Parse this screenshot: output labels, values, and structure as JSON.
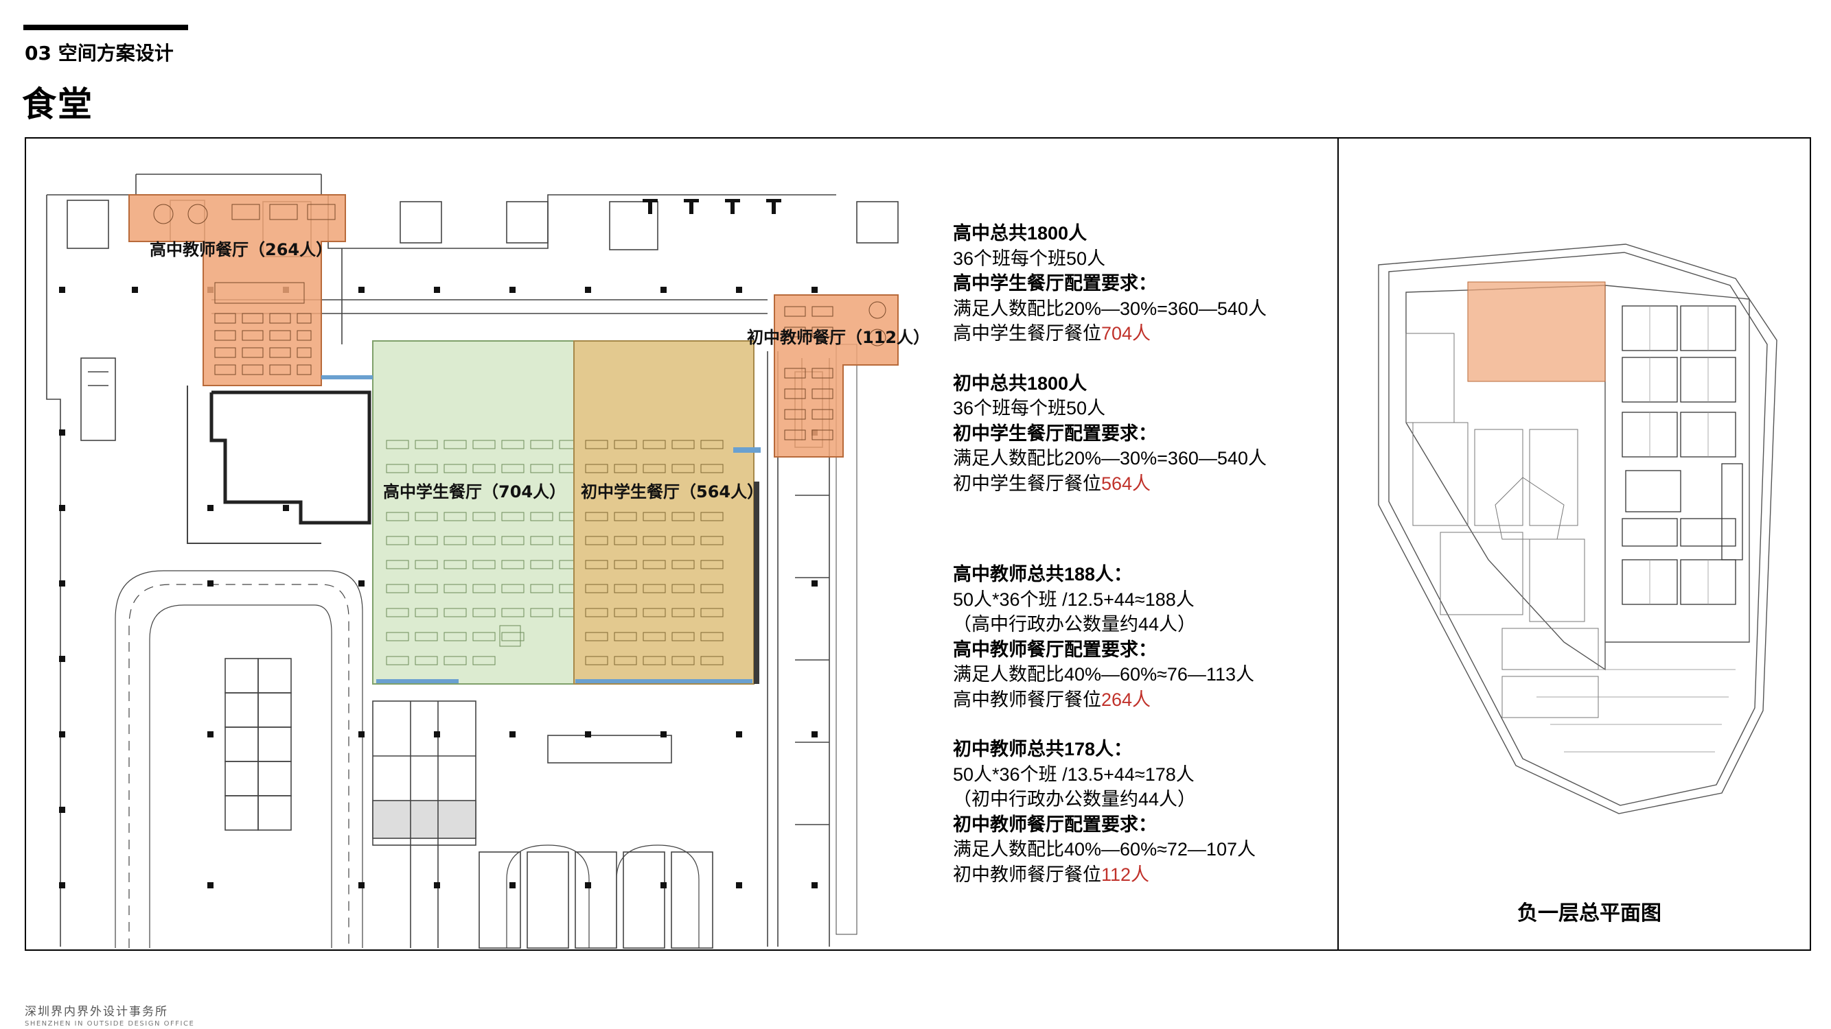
{
  "header": {
    "section": "03  空间方案设计",
    "title": "食堂"
  },
  "plan": {
    "zones": [
      {
        "id": "hs-teacher",
        "label": "高中教师餐厅（264人）",
        "color": "#f0a577"
      },
      {
        "id": "jh-teacher",
        "label": "初中教师餐厅（112人）",
        "color": "#f0a577"
      },
      {
        "id": "hs-student",
        "label": "高中学生餐厅（704人）",
        "color": "#dcebd0"
      },
      {
        "id": "jh-student",
        "label": "初中学生餐厅（564人）",
        "color": "#e3c98f"
      }
    ]
  },
  "notes": [
    {
      "lines": [
        {
          "text": "高中总共1800人",
          "bold": true
        },
        {
          "text": "36个班每个班50人"
        },
        {
          "text": "高中学生餐厅配置要求：",
          "bold": true
        },
        {
          "text": "满足人数配比20%—30%=360—540人"
        },
        {
          "text": "高中学生餐厅餐位",
          "highlight": "704人"
        }
      ]
    },
    {
      "lines": [
        {
          "text": "初中总共1800人",
          "bold": true
        },
        {
          "text": "36个班每个班50人"
        },
        {
          "text": "初中学生餐厅配置要求：",
          "bold": true
        },
        {
          "text": "满足人数配比20%—30%=360—540人"
        },
        {
          "text": "初中学生餐厅餐位",
          "highlight": "564人"
        }
      ]
    },
    {
      "lines": [
        {
          "text": "高中教师总共188人：",
          "bold": true
        },
        {
          "text": "50人*36个班 /12.5+44≈188人"
        },
        {
          "text": "（高中行政办公数量约44人）"
        },
        {
          "text": "高中教师餐厅配置要求：",
          "bold": true
        },
        {
          "text": "满足人数配比40%—60%≈76—113人"
        },
        {
          "text": "高中教师餐厅餐位",
          "highlight": "264人"
        }
      ]
    },
    {
      "lines": [
        {
          "text": "初中教师总共178人：",
          "bold": true
        },
        {
          "text": "50人*36个班 /13.5+44≈178人"
        },
        {
          "text": "（初中行政办公数量约44人）"
        },
        {
          "text": "初中教师餐厅配置要求：",
          "bold": true
        },
        {
          "text": "满足人数配比40%—60%≈72—107人"
        },
        {
          "text": "初中教师餐厅餐位",
          "highlight": "112人"
        }
      ]
    }
  ],
  "mini_plan": {
    "caption": "负一层总平面图",
    "highlight_color": "#f0a577"
  },
  "footer": {
    "company_cn": "深圳界内界外设计事务所",
    "company_en": "SHENZHEN IN OUTSIDE DESIGN OFFICE"
  },
  "colors": {
    "highlight_text": "#c0312a",
    "accent_orange": "#f0a577",
    "student_green": "#dcebd0",
    "student_tan": "#e3c98f"
  }
}
